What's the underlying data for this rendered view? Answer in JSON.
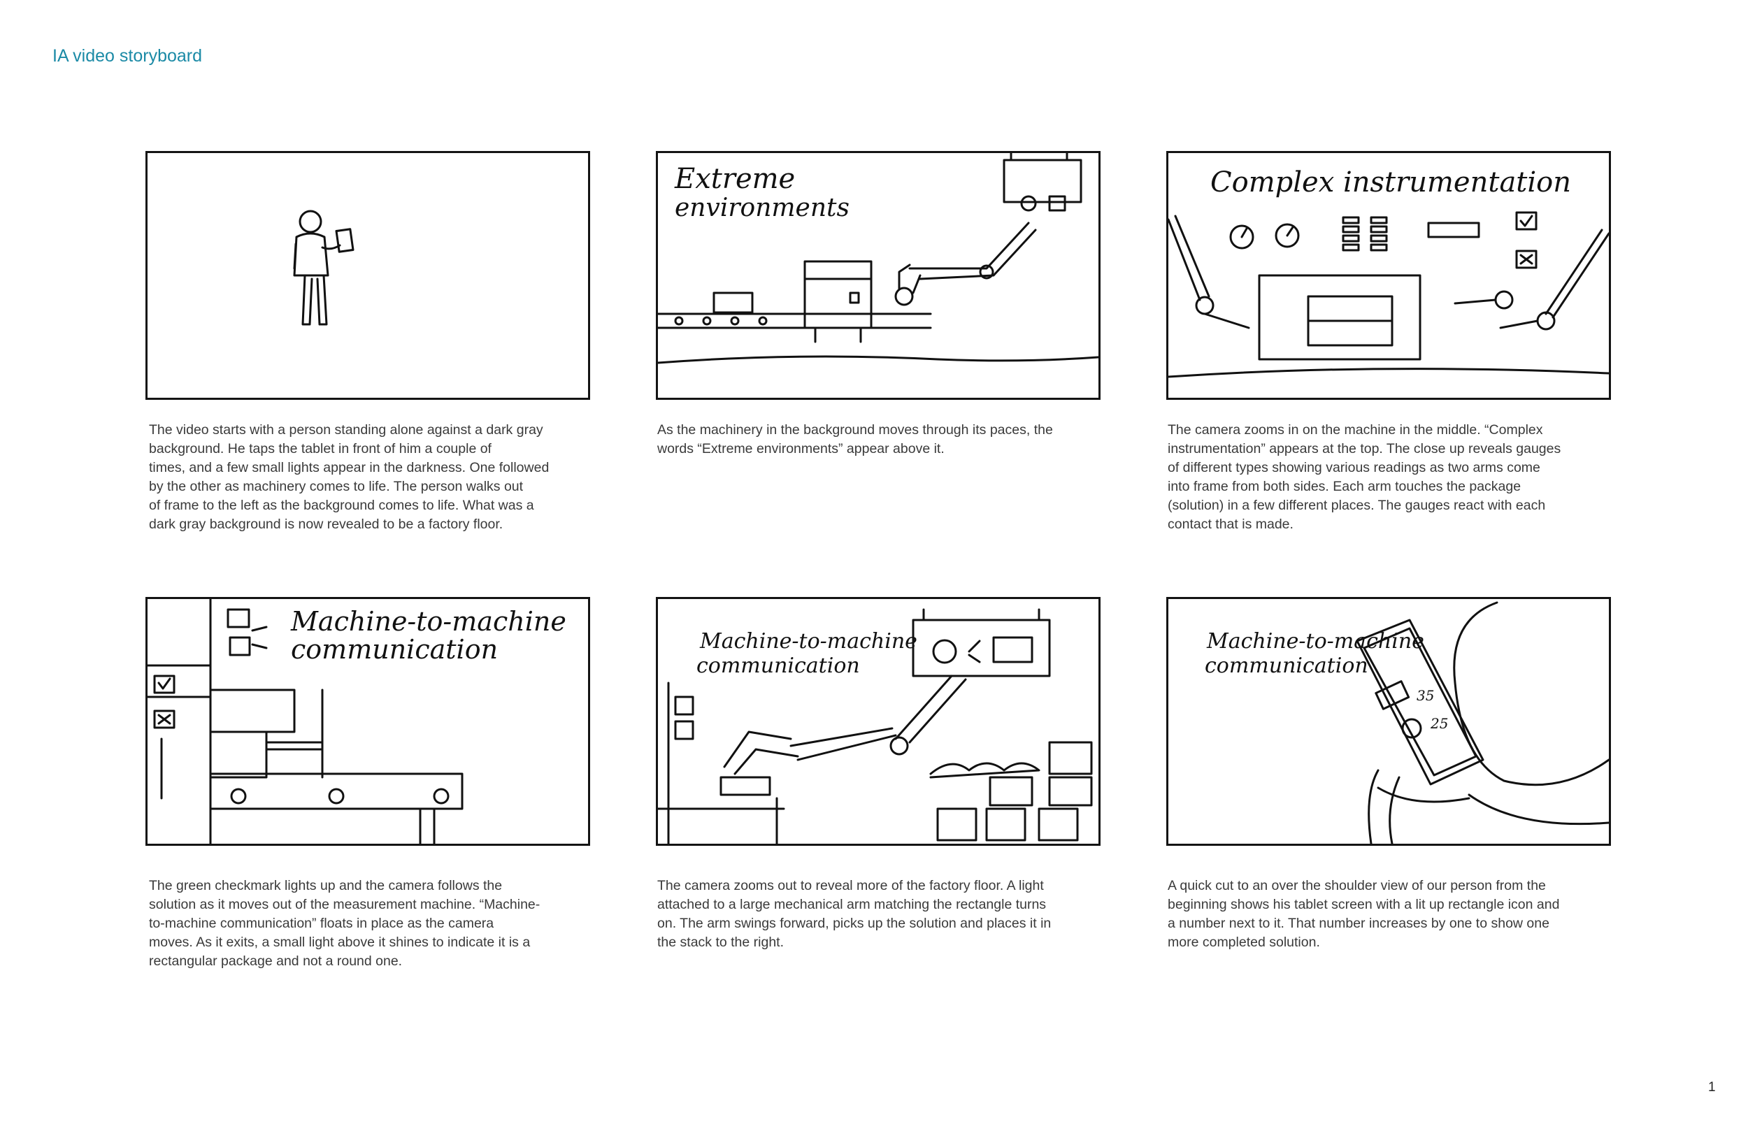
{
  "document": {
    "title": "IA video storyboard",
    "page_number": "1"
  },
  "panels": [
    {
      "sketch_text": [],
      "caption": "The video starts with a person standing alone against a dark gray\nbackground. He taps the tablet in front of him a couple of\ntimes, and a few small lights appear in the darkness. One followed\nby the other as machinery comes to life. The person walks out\nof frame to the left as the background comes to life. What was a\ndark gray background is now revealed to be a factory floor."
    },
    {
      "sketch_text": [
        "Extreme",
        "environments"
      ],
      "caption": "As the machinery in the background moves through its paces, the\nwords “Extreme environments” appear above it."
    },
    {
      "sketch_text": [
        "Complex instrumentation"
      ],
      "caption": "The camera zooms in on the machine in the middle. “Complex\ninstrumentation” appears at the top. The close up reveals gauges\nof different types showing various readings as two arms come\ninto frame from both sides. Each arm touches the package\n(solution) in a few different places. The gauges react with each\ncontact that is made."
    },
    {
      "sketch_text": [
        "Machine-to-machine",
        "communication"
      ],
      "caption": "The green checkmark lights up and the camera follows the\nsolution as it moves out of the measurement machine. “Machine-\nto-machine communication” floats in place as the camera\nmoves. As it exits, a small light above it shines to indicate it is a\nrectangular package and not a round one."
    },
    {
      "sketch_text": [
        "Machine-to-machine",
        "communication"
      ],
      "caption": "The camera zooms out to reveal more of the factory floor. A light\nattached to a large mechanical arm matching the rectangle turns\non. The arm swings forward, picks up the solution and places it in\nthe stack to the right."
    },
    {
      "sketch_text": [
        "Machine-to-machine",
        "communication",
        "35",
        "25"
      ],
      "caption": "A quick cut to an over the shoulder view of our person from the\nbeginning shows his tablet screen with a lit up rectangle icon and\na number next to it. That number increases by one to show one\nmore completed solution."
    }
  ]
}
